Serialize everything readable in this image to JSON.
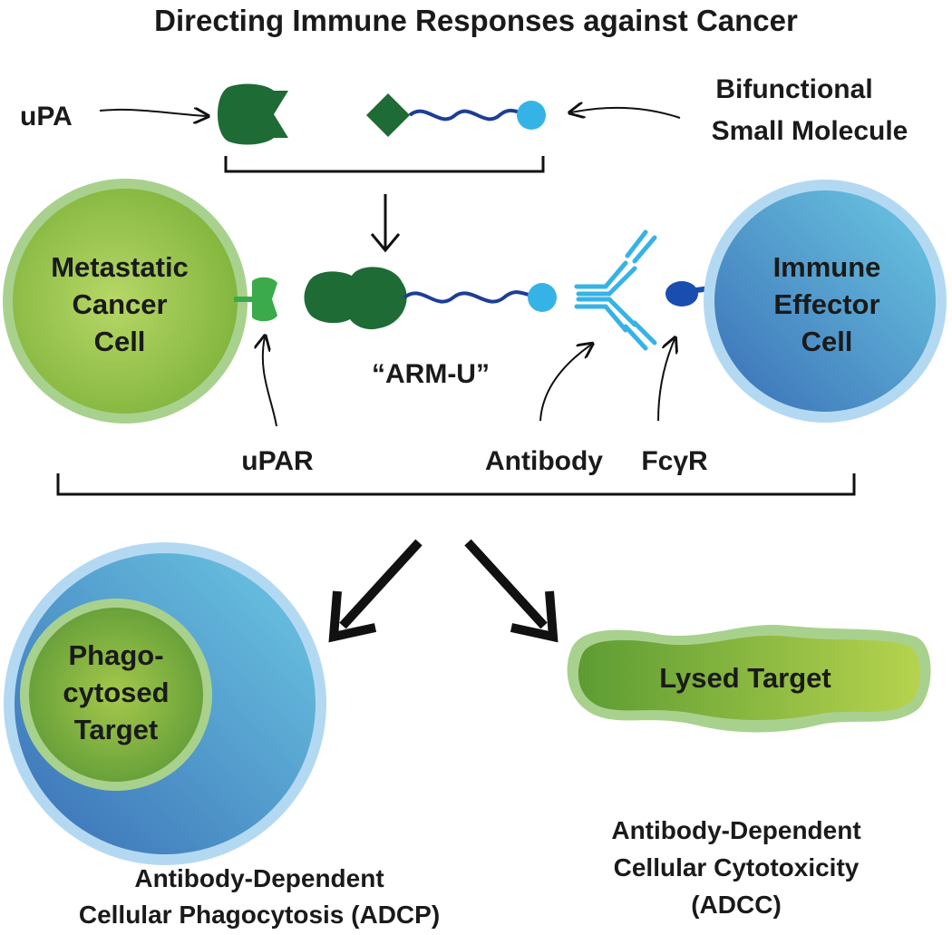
{
  "title": "Directing Immune Responses against Cancer",
  "labels": {
    "upa": "uPA",
    "bifunctional_line1": "Bifunctional",
    "bifunctional_line2": "Small Molecule",
    "metastatic_line1": "Metastatic",
    "metastatic_line2": "Cancer",
    "metastatic_line3": "Cell",
    "immune_line1": "Immune",
    "immune_line2": "Effector",
    "immune_line3": "Cell",
    "arm_u": "“ARM-U”",
    "upar": "uPAR",
    "antibody": "Antibody",
    "fcgr": "FcγR",
    "phago_line1": "Phago-",
    "phago_line2": "cytosed",
    "phago_line3": "Target",
    "lysed": "Lysed Target",
    "adcp_line1": "Antibody-Dependent",
    "adcp_line2": "Cellular Phagocytosis (ADCP)",
    "adcc_line1": "Antibody-Dependent",
    "adcc_line2": "Cellular Cytotoxicity",
    "adcc_line3": "(ADCC)"
  },
  "colors": {
    "cancer_green": "#8cbf3f",
    "cancer_green_light": "#b8d96a",
    "cancer_rim": "#a9d18e",
    "dark_green": "#1e6b35",
    "receptor_green": "#3aaa4a",
    "immune_blue": "#4a8fc9",
    "immune_blue_light": "#6fc3e0",
    "immune_rim": "#b3d9f2",
    "light_blue": "#36b3e6",
    "navy": "#1a3a8f",
    "arrow_black": "#111111"
  }
}
